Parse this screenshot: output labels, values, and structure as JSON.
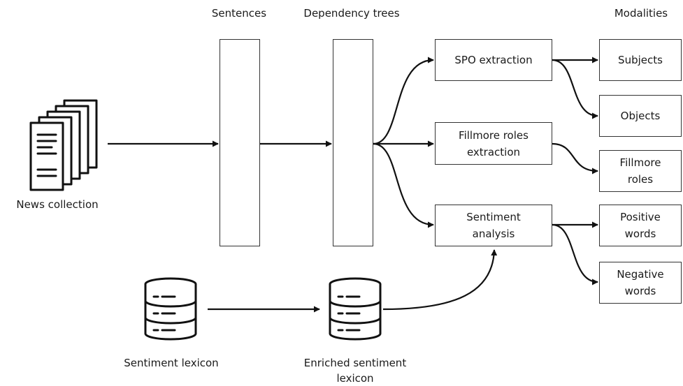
{
  "headers": {
    "sentences": "Sentences",
    "dependency_trees": "Dependency trees",
    "modalities": "Modalities"
  },
  "sources": {
    "news_collection": "News collection",
    "sentiment_lexicon": "Sentiment lexicon",
    "enriched_lexicon_line1": "Enriched sentiment",
    "enriched_lexicon_line2": "lexicon"
  },
  "processes": {
    "spo": "SPO extraction",
    "fillmore_line1": "Fillmore roles",
    "fillmore_line2": "extraction",
    "sentiment_line1": "Sentiment",
    "sentiment_line2": "analysis"
  },
  "outputs": {
    "subjects": "Subjects",
    "objects": "Objects",
    "fillmore_line1": "Fillmore",
    "fillmore_line2": "roles",
    "positive_line1": "Positive",
    "positive_line2": "words",
    "negative_line1": "Negative",
    "negative_line2": "words"
  },
  "icons": {
    "news": "documents-stack-icon",
    "lexicon": "database-icon",
    "enriched": "database-icon"
  }
}
